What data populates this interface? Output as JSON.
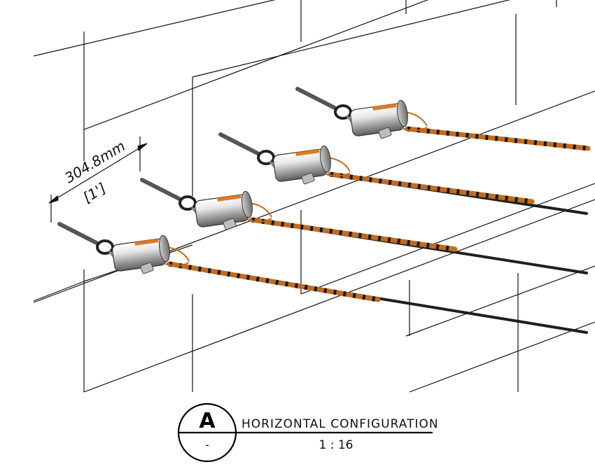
{
  "dimension": {
    "metric": "304.8mm",
    "imperial": "[1']"
  },
  "title_block": {
    "detail_letter": "A",
    "sheet_ref": "-",
    "title": "HORIZONTAL  CONFIGURATION",
    "scale": "1  :  16"
  },
  "assembly": {
    "item_count": 4,
    "cable_colors": {
      "braid": "#c46a1e",
      "braid_dark": "#1a1a1a",
      "cable": "#1f1f1f",
      "metal_light": "#f2f2f2",
      "metal_dark": "#7d7d7d",
      "clip_accent": "#e07a22"
    }
  }
}
